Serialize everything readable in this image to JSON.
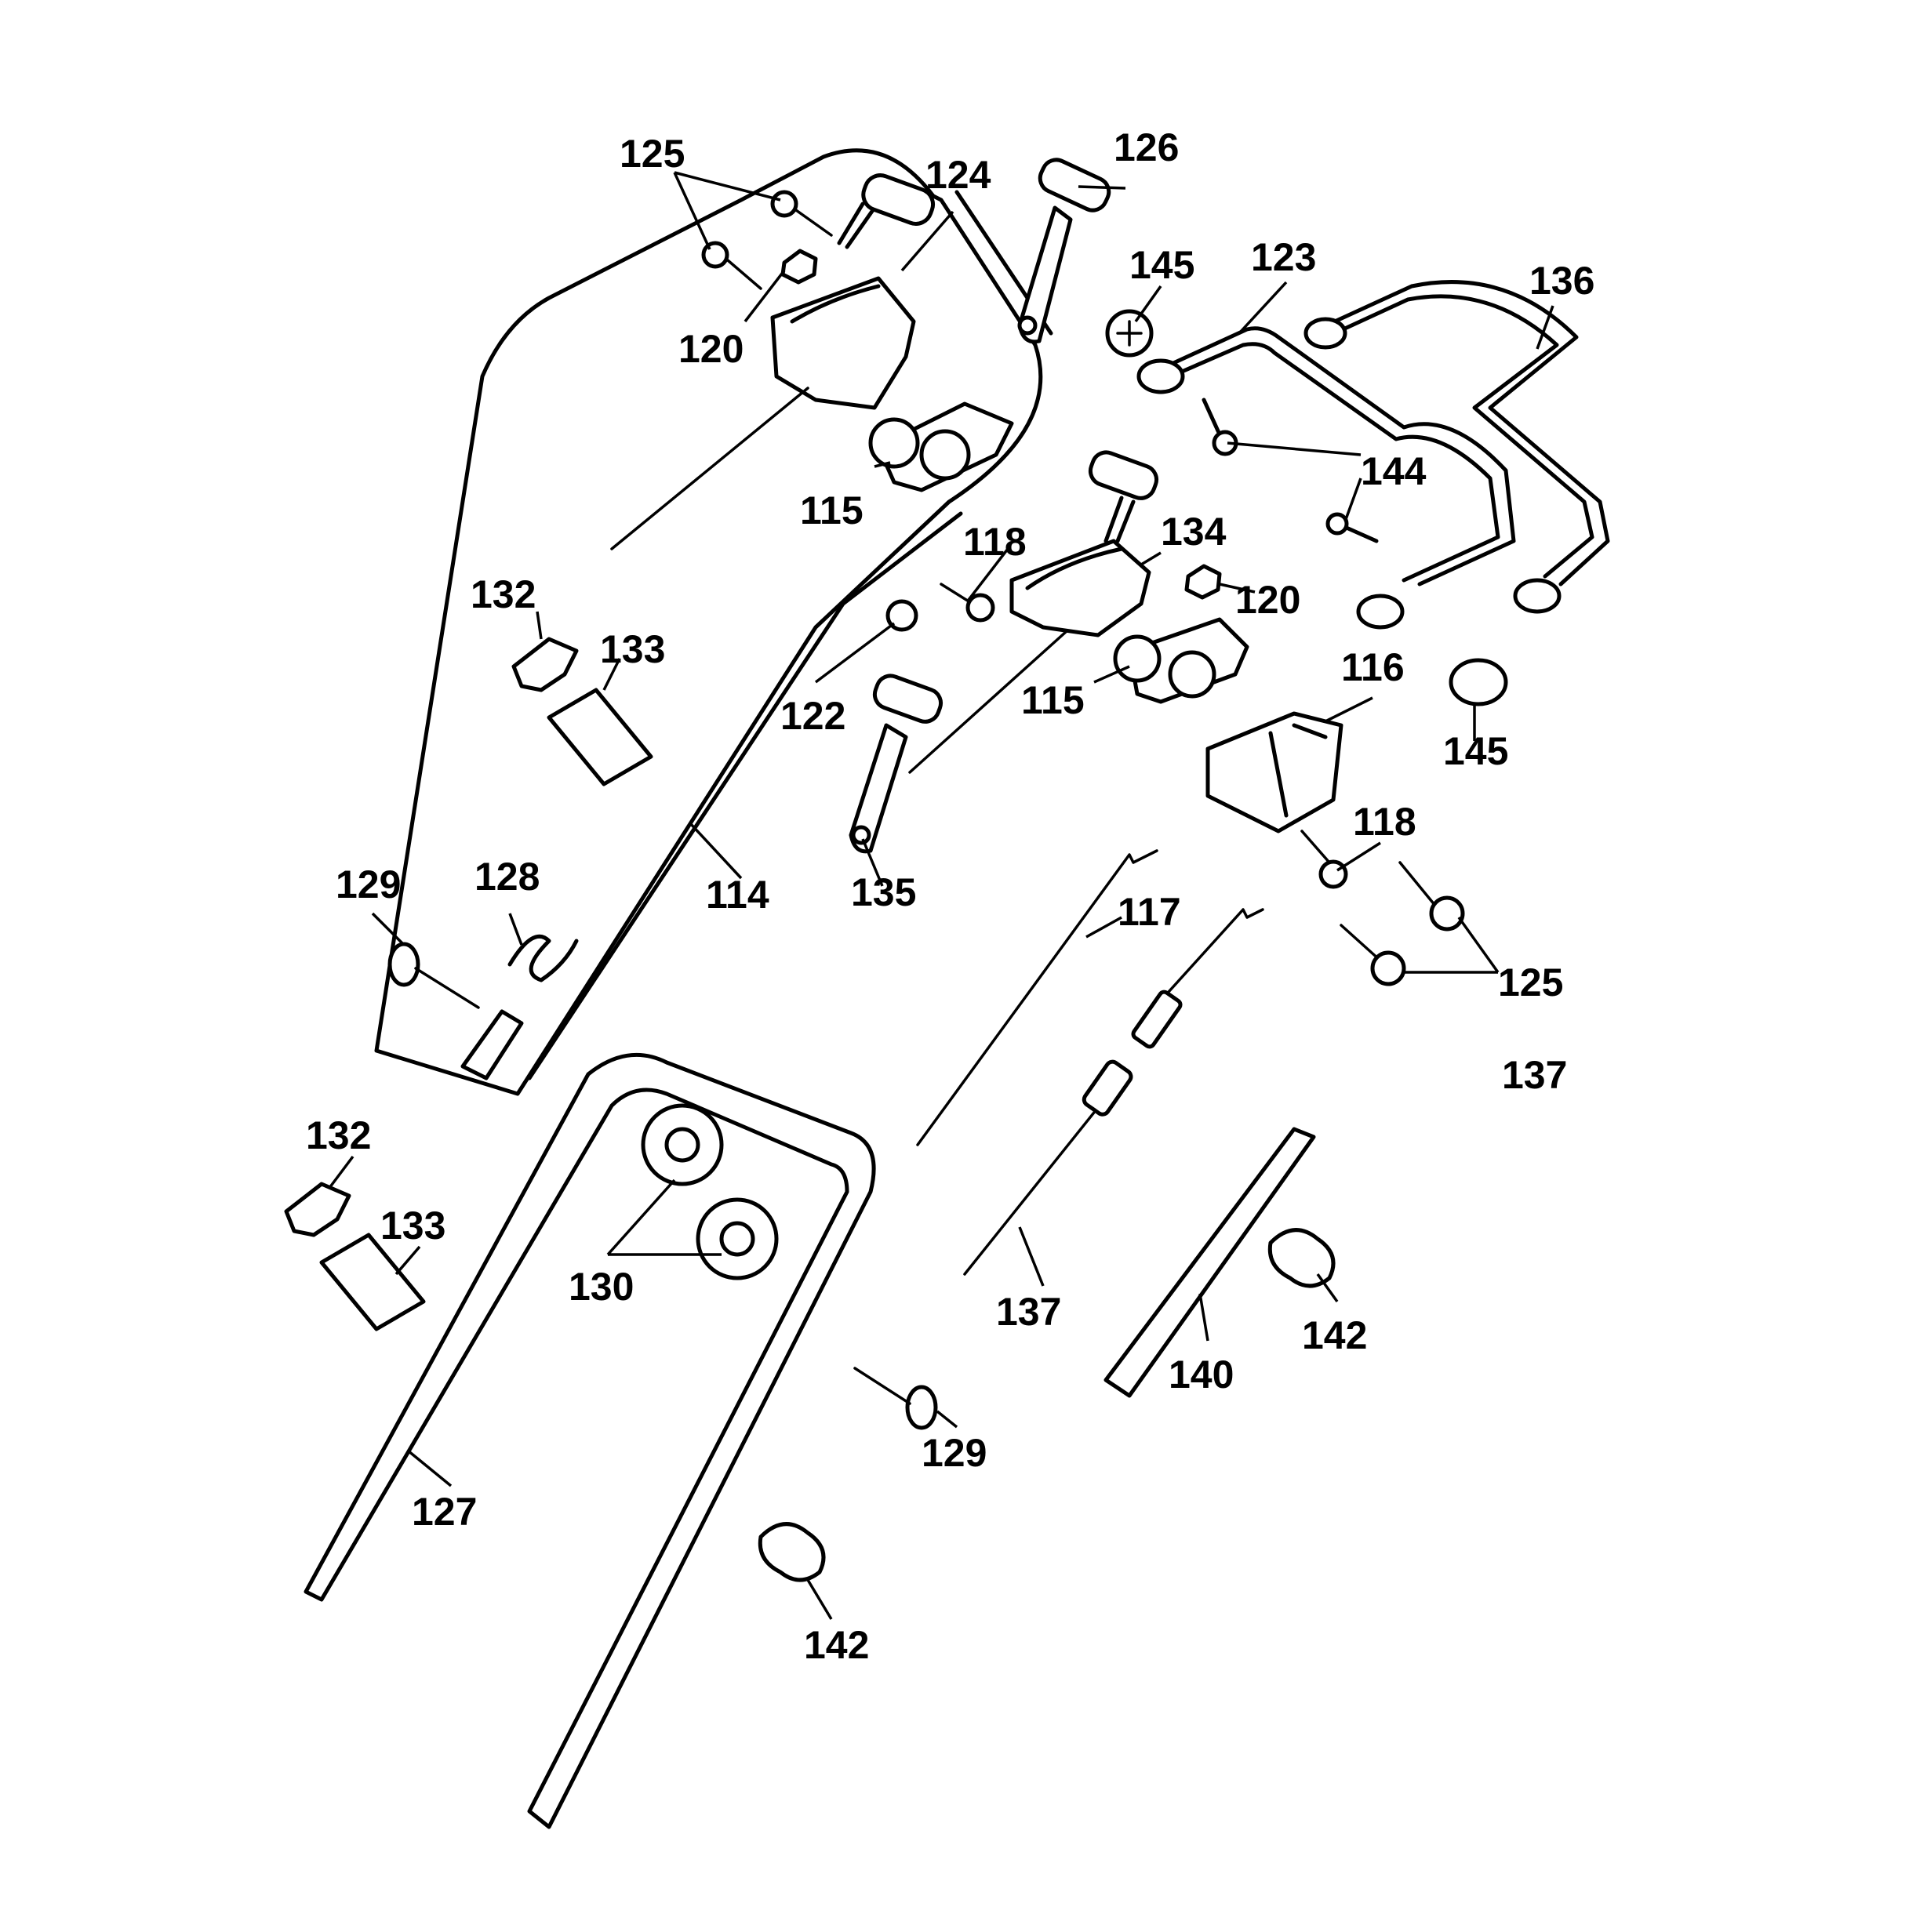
{
  "callouts": [
    "125",
    "124",
    "126",
    "145",
    "123",
    "136",
    "120",
    "115",
    "144",
    "118",
    "134",
    "120",
    "132",
    "133",
    "122",
    "115",
    "116",
    "145",
    "114",
    "135",
    "118",
    "129",
    "128",
    "117",
    "125",
    "137",
    "132",
    "133",
    "130",
    "137",
    "142",
    "140",
    "129",
    "127",
    "142"
  ]
}
